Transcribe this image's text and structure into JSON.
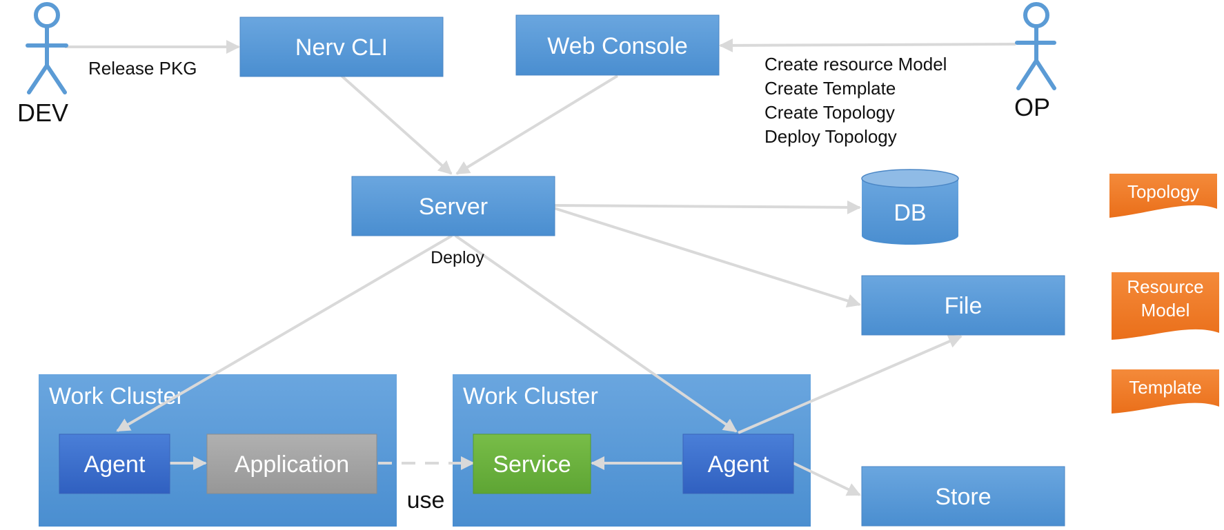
{
  "colors": {
    "box_blue": "#5b9bd5",
    "box_dark_blue": "#3f6fcf",
    "application_gray": "#a5a5a5",
    "service_green": "#6cb33f",
    "doc_orange": "#f07a26",
    "arrow_gray": "#d9d9d9"
  },
  "actors": {
    "dev": {
      "label": "DEV"
    },
    "op": {
      "label": "OP"
    }
  },
  "boxes": {
    "nerv_cli": "Nerv CLI",
    "web_console": "Web Console",
    "server": "Server",
    "db": "DB",
    "file": "File",
    "store": "Store"
  },
  "clusters": [
    {
      "title": "Work Cluster",
      "agent": "Agent",
      "application": "Application"
    },
    {
      "title": "Work Cluster",
      "service": "Service",
      "agent": "Agent"
    }
  ],
  "documents": {
    "topology": [
      "Topology"
    ],
    "resource_model": [
      "Resource",
      "Model"
    ],
    "template": [
      "Template"
    ]
  },
  "labels": {
    "release_pkg": "Release PKG",
    "op_actions": [
      "Create resource Model",
      "Create Template",
      "Create Topology",
      "Deploy Topology"
    ],
    "deploy": "Deploy",
    "use": "use"
  },
  "icons": [
    "stick-figure-icon",
    "database-cylinder-icon",
    "document-icon"
  ]
}
